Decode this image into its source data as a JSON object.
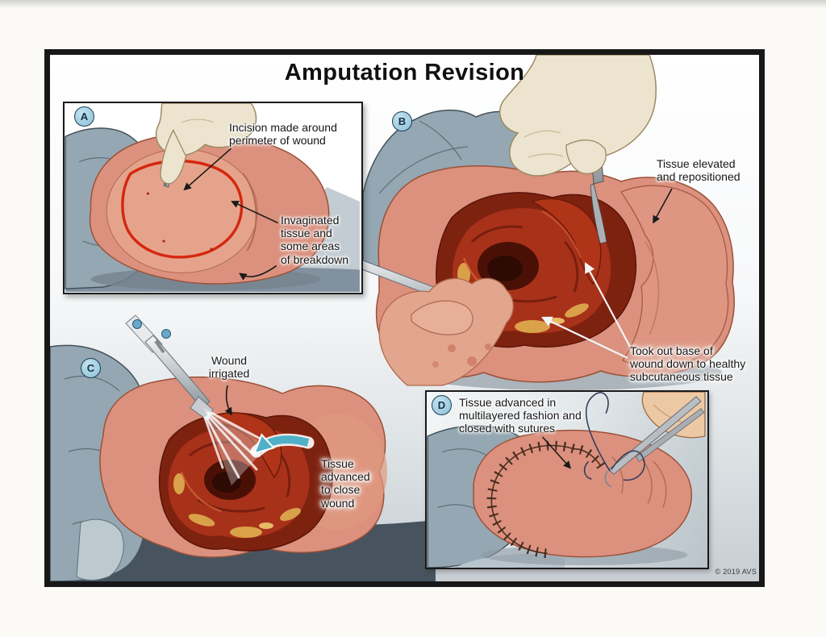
{
  "title": "Amputation Revision",
  "copyright": "© 2019 AVS",
  "panels": {
    "a": {
      "letter": "A",
      "label_incision": "Incision made around\nperimeter of wound",
      "label_invaginated": "Invaginated\ntissue and\nsome areas\nof breakdown"
    },
    "b": {
      "letter": "B",
      "label_elevated": "Tissue elevated\nand repositioned",
      "label_base": "Took out base of\nwound down to healthy\nsubcutaneous tissue"
    },
    "c": {
      "letter": "C",
      "label_irrigated": "Wound\nirrigated",
      "label_advanced": "Tissue\nadvanced\nto close\nwound"
    },
    "d": {
      "letter": "D",
      "label_sutures": "Tissue advanced in\nmultilayered fashion and\nclosed with sutures"
    }
  },
  "colors": {
    "frame": "#181818",
    "skin": "#db917e",
    "skin_light": "#e7a78f",
    "drape": "#94a7b2",
    "glove": "#ece4cf",
    "wound_dark": "#7e2210",
    "wound_mid": "#a8311a",
    "fat": "#d9a24a",
    "incision_red": "#d42108",
    "steel": "#c4c9cd",
    "table": "#47545f",
    "arrow_teal": "#4fb0c8",
    "badge_bg": "#a9d4e6",
    "badge_ink": "#123249",
    "ink": "#1a1a1a"
  }
}
